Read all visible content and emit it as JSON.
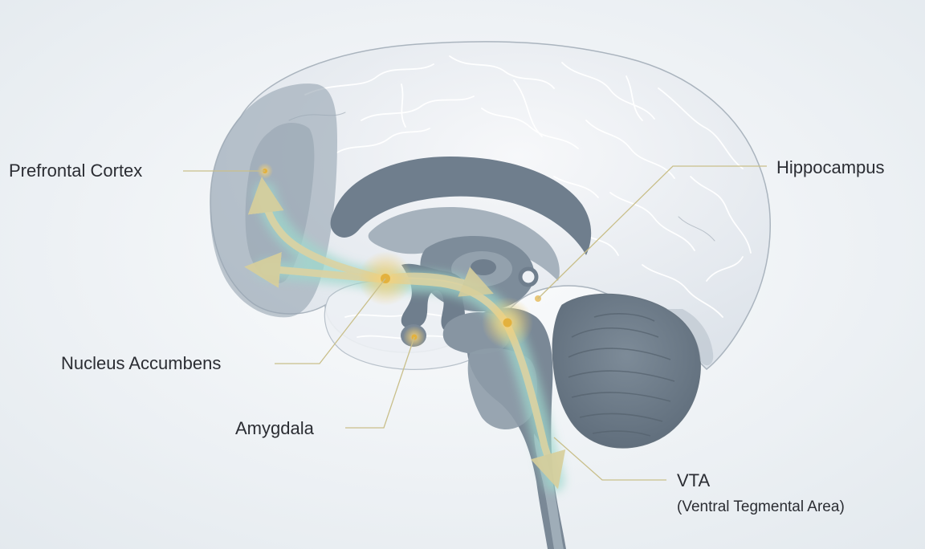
{
  "diagram": {
    "labels": {
      "prefrontal_cortex": "Prefrontal Cortex",
      "hippocampus": "Hippocampus",
      "nucleus_accumbens": "Nucleus Accumbens",
      "amygdala": "Amygdala",
      "vta": "VTA",
      "vta_full": "(Ventral Tegmental Area)"
    },
    "colors": {
      "background_center": "#fbfcfd",
      "background_edge": "#e3e9ee",
      "brain_surface": "#eef1f5",
      "brain_outline": "#aab4be",
      "deep_structures": "#6f7e8d",
      "prefrontal_region": "#98a7b3",
      "pathway_glow": "#9ed8cc",
      "pathway_arrow": "#dcd3a2",
      "node_glow": "#f1cf75",
      "node_core": "#e3b13e",
      "leader_line": "#c9bf8a",
      "label_text": "#2b2d33"
    }
  }
}
